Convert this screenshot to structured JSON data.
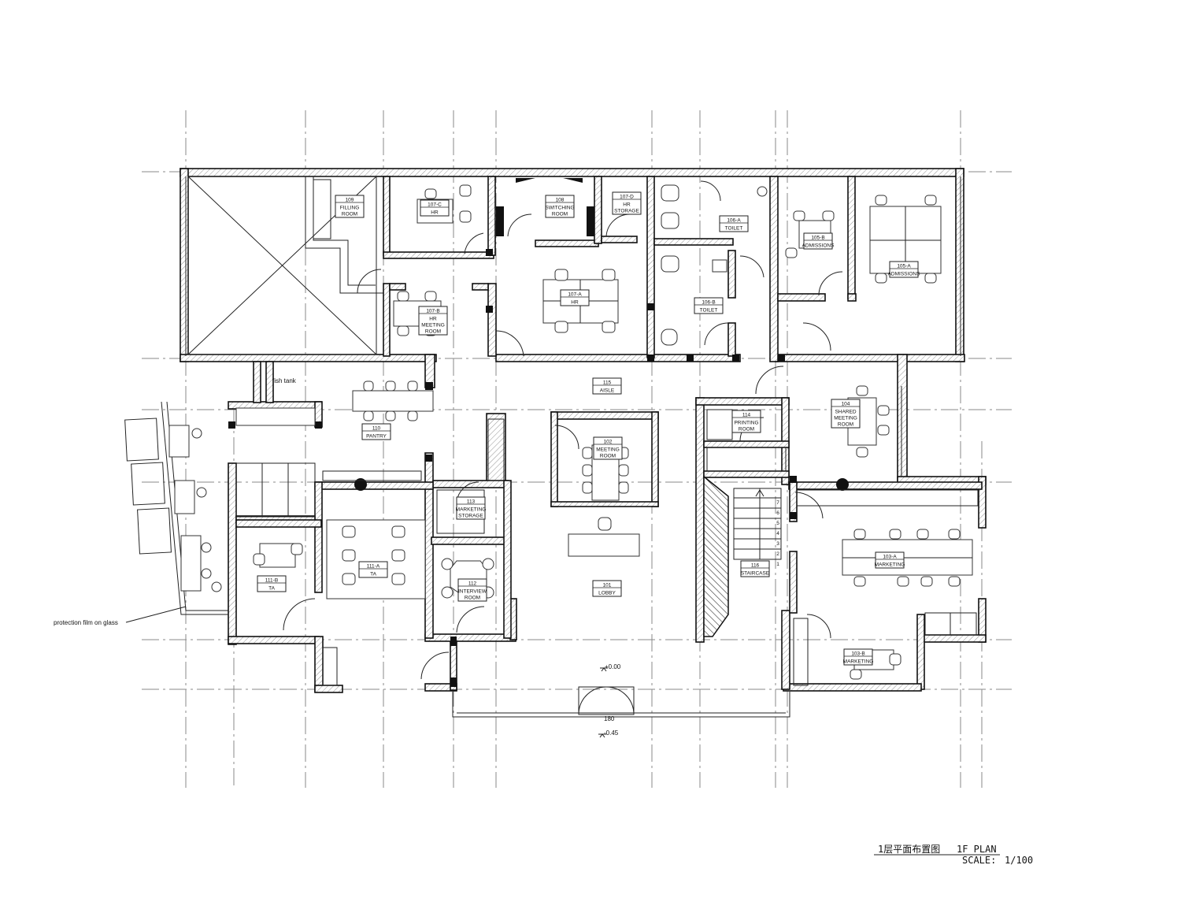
{
  "drawing": {
    "title_cn": "1层平面布置图",
    "title_en": "1F PLAN",
    "scale_label": "SCALE:",
    "scale_value": "1/100"
  },
  "levels": {
    "floor": "+0.00",
    "exterior": "-0.45"
  },
  "annotations": {
    "glass_note": "protection film on glass",
    "fish_tank": "fish tank",
    "door_width": "180"
  },
  "rooms": [
    {
      "id": "r109",
      "num": "109",
      "name": "FILLING",
      "name2": "ROOM"
    },
    {
      "id": "r107c",
      "num": "107-C",
      "name": "HR",
      "name2": ""
    },
    {
      "id": "r108",
      "num": "108",
      "name": "SWITCHING",
      "name2": "ROOM"
    },
    {
      "id": "r107d",
      "num": "107-D",
      "name": "HR",
      "name2": "STORAGE"
    },
    {
      "id": "r106a",
      "num": "106-A",
      "name": "TOILET",
      "name2": ""
    },
    {
      "id": "r105b",
      "num": "105-B",
      "name": "ADMISSIONS",
      "name2": ""
    },
    {
      "id": "r105a",
      "num": "105-A",
      "name": "ADMISSIONS",
      "name2": ""
    },
    {
      "id": "r107b",
      "num": "107-B",
      "name": "HR",
      "name2": "MEETING",
      "name3": "ROOM"
    },
    {
      "id": "r107a",
      "num": "107-A",
      "name": "HR",
      "name2": ""
    },
    {
      "id": "r106b",
      "num": "106-B",
      "name": "TOILET",
      "name2": ""
    },
    {
      "id": "r115",
      "num": "115",
      "name": "AISLE",
      "name2": ""
    },
    {
      "id": "r110",
      "num": "110",
      "name": "PANTRY",
      "name2": ""
    },
    {
      "id": "r114",
      "num": "114",
      "name": "PRINTING",
      "name2": "ROOM"
    },
    {
      "id": "r104",
      "num": "104",
      "name": "SHARED",
      "name2": "MEETING",
      "name3": "ROOM"
    },
    {
      "id": "r102",
      "num": "102",
      "name": "MEETING",
      "name2": "ROOM"
    },
    {
      "id": "r113",
      "num": "113",
      "name": "MARKETING",
      "name2": "STORAGE"
    },
    {
      "id": "r111b",
      "num": "111-B",
      "name": "TA",
      "name2": ""
    },
    {
      "id": "r111a",
      "num": "111-A",
      "name": "TA",
      "name2": ""
    },
    {
      "id": "r112",
      "num": "112",
      "name": "INTERVIEW",
      "name2": "ROOM"
    },
    {
      "id": "r101",
      "num": "101",
      "name": "LOBBY",
      "name2": ""
    },
    {
      "id": "r116",
      "num": "116",
      "name": "STAIRCASE",
      "name2": ""
    },
    {
      "id": "r103a",
      "num": "103-A",
      "name": "MARKETING",
      "name2": ""
    },
    {
      "id": "r103b",
      "num": "103-B",
      "name": "MARKETING",
      "name2": ""
    }
  ],
  "stair_steps": [
    "7",
    "6",
    "5",
    "4",
    "3",
    "2",
    "1"
  ]
}
